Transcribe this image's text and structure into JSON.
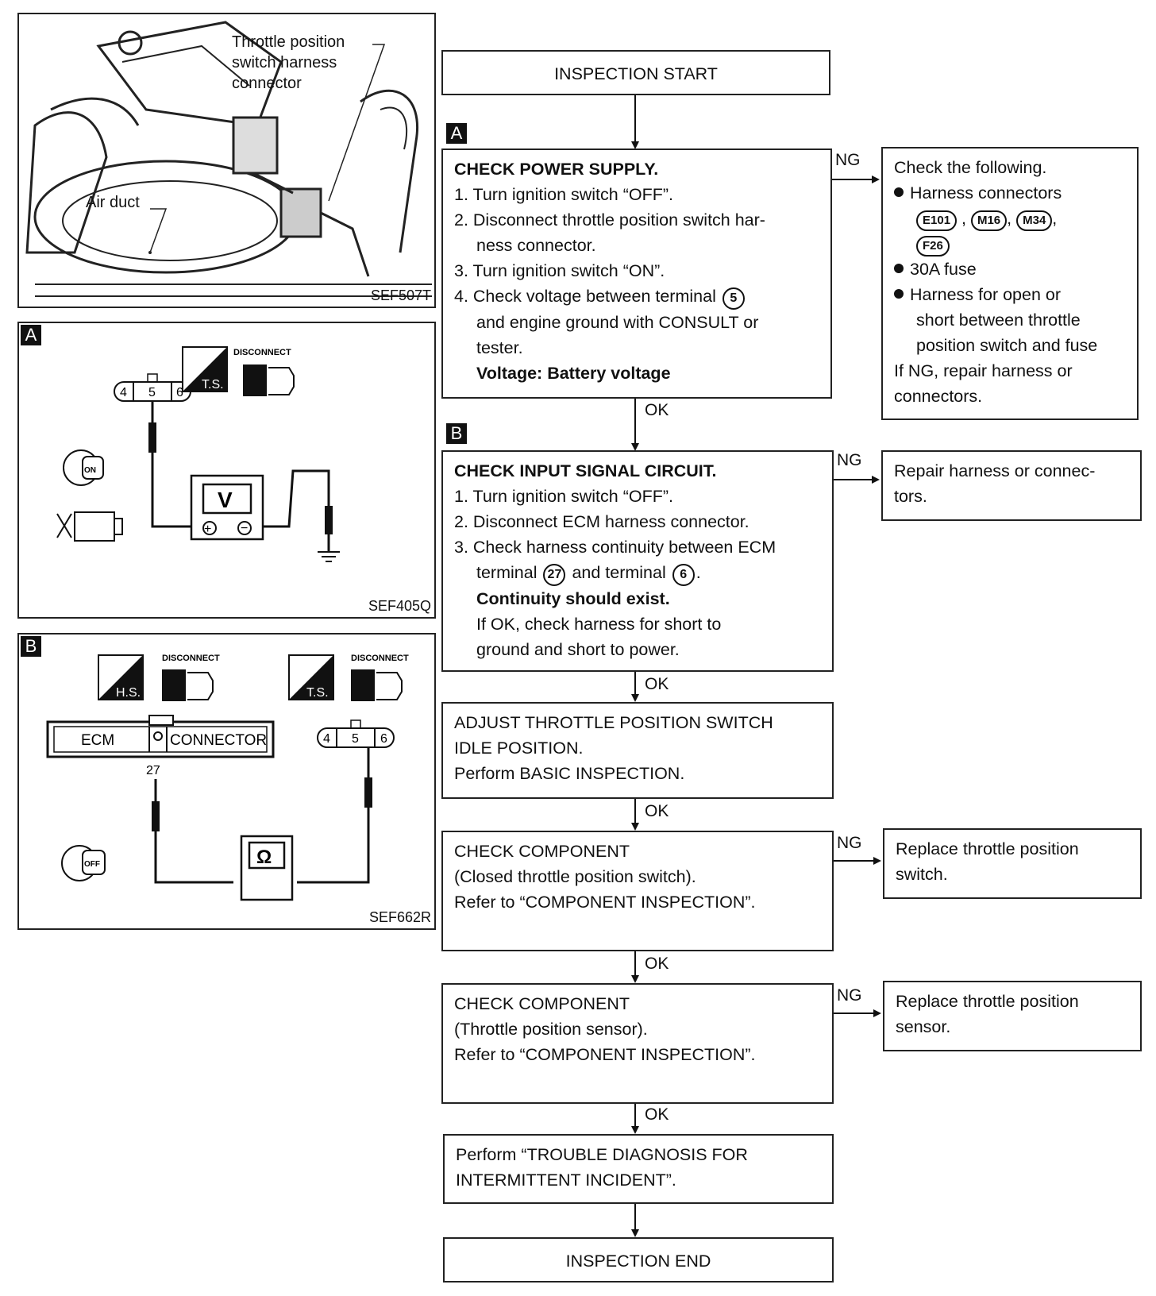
{
  "photo": {
    "callout_line1": "Throttle position",
    "callout_line2": "switch harness",
    "callout_line3": "connector",
    "air_duct": "Air duct",
    "code": "SEF507T"
  },
  "diagram_a": {
    "tag": "A",
    "terminals": [
      "4",
      "5",
      "6"
    ],
    "ts": "T.S.",
    "disconnect": "DISCONNECT",
    "meter": "V",
    "key": "ON",
    "code": "SEF405Q"
  },
  "diagram_b": {
    "tag": "B",
    "hs": "H.S.",
    "ts": "T.S.",
    "disconnect1": "DISCONNECT",
    "disconnect2": "DISCONNECT",
    "ecm": "ECM",
    "connector": "CONNECTOR",
    "pin": "27",
    "terminals": [
      "4",
      "5",
      "6"
    ],
    "meter": "Ω",
    "key": "OFF",
    "code": "SEF662R"
  },
  "flow": {
    "start": "INSPECTION START",
    "step_a": {
      "tag": "A",
      "title": "CHECK POWER SUPPLY.",
      "l1": "1. Turn ignition switch “OFF”.",
      "l2": "2. Disconnect throttle position switch har-",
      "l2b": "ness connector.",
      "l3": "3. Turn ignition switch “ON”.",
      "l4a": "4. Check voltage between terminal",
      "l4_term": "5",
      "l4b": "and engine ground with CONSULT or",
      "l4c": "tester.",
      "spec": "Voltage: Battery voltage"
    },
    "ng_a": {
      "l1": "Check the following.",
      "l2": "Harness connectors",
      "c1": "E101",
      "c2": "M16",
      "c3": "M34",
      "c4": "F26",
      "l3": "30A fuse",
      "l4": "Harness for open or",
      "l4b": "short between throttle",
      "l4c": "position switch and fuse",
      "l5": "If NG, repair harness or",
      "l5b": "connectors."
    },
    "step_b": {
      "tag": "B",
      "title": "CHECK INPUT SIGNAL CIRCUIT.",
      "l1": "1. Turn ignition switch “OFF”.",
      "l2": "2. Disconnect ECM harness connector.",
      "l3": "3. Check harness continuity between ECM",
      "l3b_pre": "terminal",
      "l3b_t1": "27",
      "l3b_mid": "and terminal",
      "l3b_t2": "6",
      "spec": "Continuity should exist.",
      "l4": "If OK, check harness for short to",
      "l4b": "ground and short to power."
    },
    "ng_b": {
      "l1": "Repair harness or connec-",
      "l2": "tors."
    },
    "adjust": {
      "l1": "ADJUST THROTTLE POSITION SWITCH",
      "l2": "IDLE POSITION.",
      "l3": "Perform BASIC INSPECTION."
    },
    "comp1": {
      "l1": "CHECK COMPONENT",
      "l2": "(Closed throttle position switch).",
      "l3": "Refer to “COMPONENT INSPECTION”."
    },
    "ng_c1": {
      "l1": "Replace throttle position",
      "l2": "switch."
    },
    "comp2": {
      "l1": "CHECK COMPONENT",
      "l2": "(Throttle position sensor).",
      "l3": "Refer to “COMPONENT INSPECTION”."
    },
    "ng_c2": {
      "l1": "Replace throttle position",
      "l2": "sensor."
    },
    "perform": {
      "l1": "Perform “TROUBLE DIAGNOSIS FOR",
      "l2": "INTERMITTENT INCIDENT”."
    },
    "end": "INSPECTION END",
    "ng": "NG",
    "ok": "OK"
  }
}
